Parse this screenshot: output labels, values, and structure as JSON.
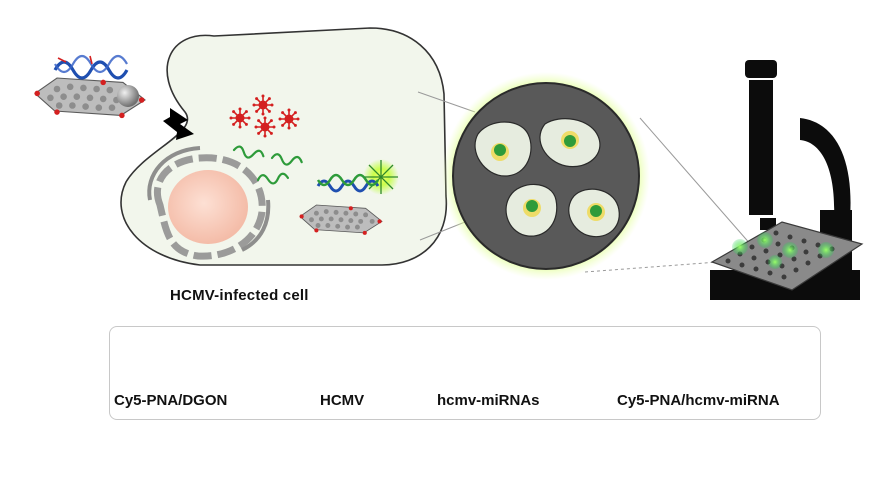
{
  "diagram": {
    "cell_caption": "HCMV-infected cell",
    "legend": [
      {
        "label": "Cy5-PNA/DGON",
        "icon": "probe-on-graphene-icon"
      },
      {
        "label": "HCMV",
        "icon": "virus-icon"
      },
      {
        "label": "hcmv-miRNAs",
        "icon": "mirna-strands-icon"
      },
      {
        "label": "Cy5-PNA/hcmv-miRNA",
        "icon": "fluorescent-duplex-icon"
      }
    ],
    "colors": {
      "cell_fill": "#f2f6ec",
      "nucleus": "#f6c8b8",
      "virus": "#d42020",
      "mirna": "#2e9b3a",
      "fluorescence": "#b8ff3a",
      "dna_blue": "#1f4fb0",
      "graphene": "#8a8a8a",
      "microscope": "#0c0c0c"
    }
  }
}
